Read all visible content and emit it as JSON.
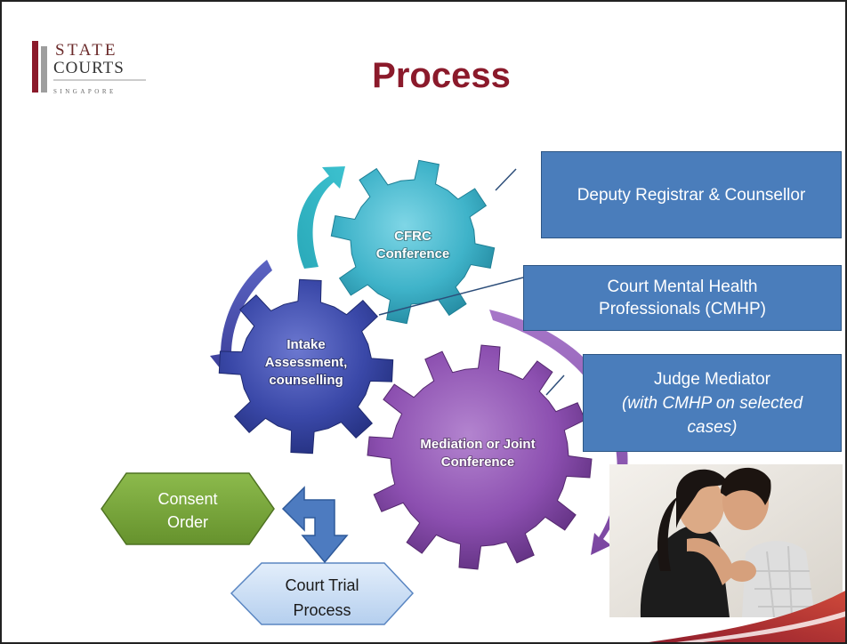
{
  "slide": {
    "title": "Process",
    "logo": {
      "line1": "STATE",
      "line2": "COURTS",
      "line3": "SINGAPORE"
    }
  },
  "gears": {
    "cfrc": {
      "line1": "CFRC",
      "line2": "Conference",
      "color": "#3fb3c9"
    },
    "intake": {
      "line1": "Intake",
      "line2": "Assessment,",
      "line3": "counselling",
      "color": "#3a48a8"
    },
    "mediation": {
      "line1": "Mediation or Joint",
      "line2": "Conference",
      "color": "#8c4fb0"
    }
  },
  "callouts": {
    "deputy": {
      "text": "Deputy Registrar & Counsellor"
    },
    "cmhp": {
      "line1": "Court Mental Health",
      "line2": "Professionals (CMHP)"
    },
    "judge": {
      "line1": "Judge Mediator",
      "line2": "(with CMHP on selected",
      "line3": "cases)"
    }
  },
  "outcomes": {
    "consent": {
      "line1": "Consent",
      "line2": "Order",
      "color": "#77a33c"
    },
    "trial": {
      "line1": "Court Trial",
      "line2": "Process",
      "color": "#c9ddf5"
    }
  },
  "colors": {
    "title": "#8b1a2b",
    "callout": "#4a7dbb",
    "arrow": "#4d7bc0"
  },
  "photo": {
    "subject": "mother-and-son-photo"
  }
}
